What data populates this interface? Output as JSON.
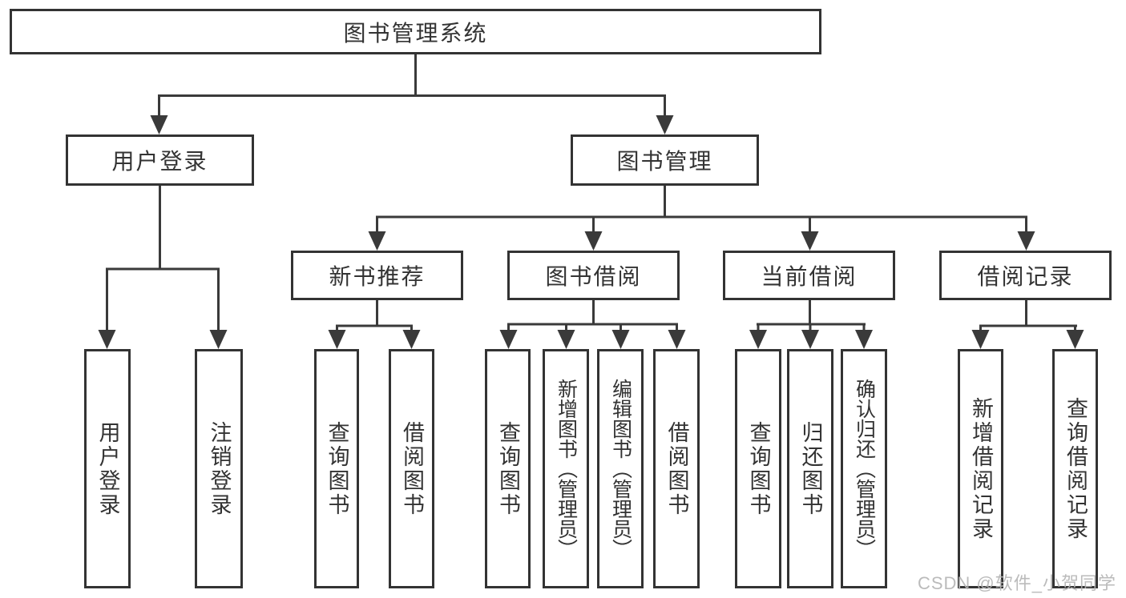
{
  "tree": {
    "root": "图书管理系统",
    "branches": [
      {
        "label": "用户登录",
        "children": [
          "用户登录",
          "注销登录"
        ]
      },
      {
        "label": "图书管理",
        "children": [
          {
            "label": "新书推荐",
            "children": [
              "查询图书",
              "借阅图书"
            ]
          },
          {
            "label": "图书借阅",
            "children": [
              "查询图书",
              "新增图书（管理员）",
              "编辑图书（管理员）",
              "借阅图书"
            ]
          },
          {
            "label": "当前借阅",
            "children": [
              "查询图书",
              "归还图书",
              "确认归还（管理员）"
            ]
          },
          {
            "label": "借阅记录",
            "children": [
              "新增借阅记录",
              "查询借阅记录"
            ]
          }
        ]
      }
    ]
  },
  "watermark": "CSDN @软件_小贺同学",
  "colors": {
    "line": "#3a3a3a",
    "border": "#333333",
    "text": "#333333",
    "watermark": "#b4b4b4",
    "background": "#ffffff"
  }
}
